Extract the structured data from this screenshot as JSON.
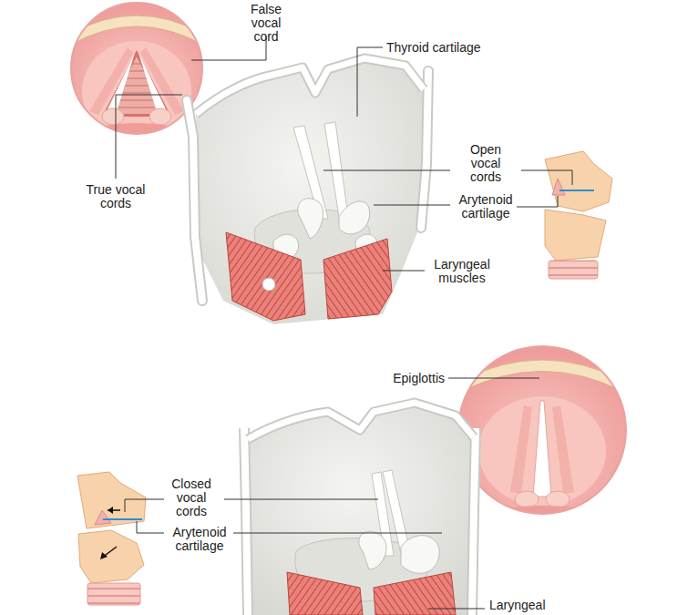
{
  "diagram": {
    "labels": [
      "False vocal cord",
      "Thyroid cartilage",
      "Open vocal cords",
      "Arytenoid cartilage",
      "True vocal cords",
      "Laryngeal muscles",
      "Epiglottis",
      "Closed vocal cords",
      "Arytenoid cartilage",
      "Laryngeal"
    ]
  }
}
